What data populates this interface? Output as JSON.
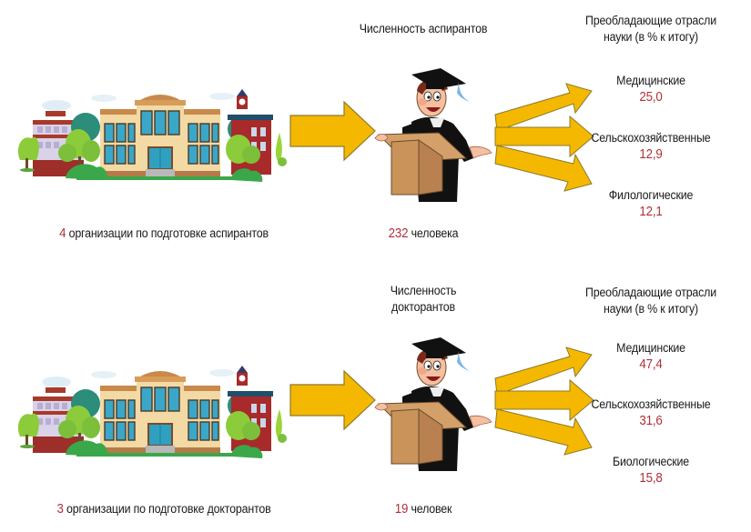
{
  "colors": {
    "arrow_fill": "#f5b800",
    "arrow_stroke": "#8a7a2a",
    "accent_red": "#b0303a",
    "text": "#1a1a1a"
  },
  "sections": [
    {
      "id": "postgraduates",
      "org_count": "4",
      "org_label": " организации по подготовке аспирантов",
      "headcount_title": "Численность аспирантов",
      "headcount_title_lines": [
        "Численность аспирантов"
      ],
      "headcount_value": "232",
      "headcount_unit": " человека",
      "fields_title_lines": [
        "Преобладающие отрасли",
        "науки (в % к итогу)"
      ],
      "fields": [
        {
          "name": "Медицинские",
          "percent": "25,0"
        },
        {
          "name": "Сельскохозяйственные",
          "percent": "12,9"
        },
        {
          "name": "Филологические",
          "percent": "12,1"
        }
      ]
    },
    {
      "id": "doctoral",
      "org_count": "3",
      "org_label": " организации по подготовке докторантов",
      "headcount_title_lines": [
        "Численность",
        "докторантов"
      ],
      "headcount_value": "19",
      "headcount_unit": " человек",
      "fields_title_lines": [
        "Преобладающие отрасли",
        "науки (в % к итогу)"
      ],
      "fields": [
        {
          "name": "Медицинские",
          "percent": "47,4"
        },
        {
          "name": "Сельскохозяйственные",
          "percent": "31,6"
        },
        {
          "name": "Биологические",
          "percent": "15,8"
        }
      ]
    }
  ],
  "icons": [
    "school-building-icon",
    "arrow-right-icon",
    "graduate-at-podium-icon",
    "fan-out-arrows-icon"
  ]
}
